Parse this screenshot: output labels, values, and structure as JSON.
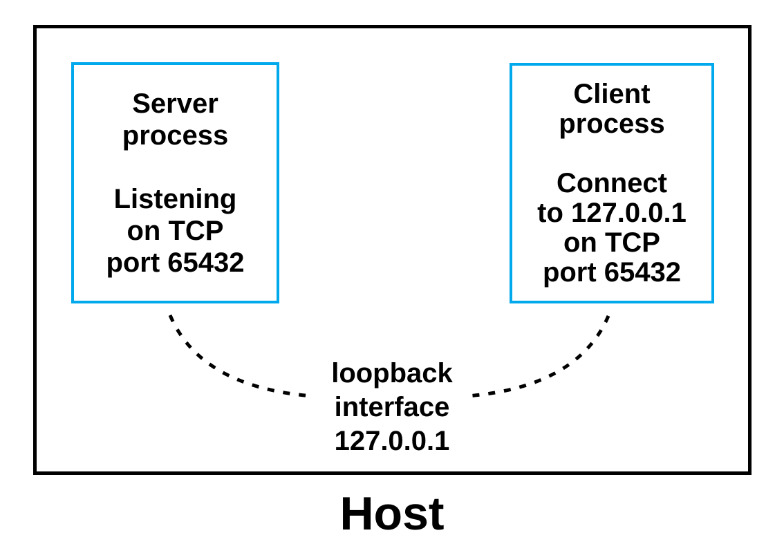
{
  "host": {
    "label": "Host"
  },
  "server": {
    "title": "Server\nprocess",
    "detail": "Listening\non TCP\nport 65432"
  },
  "client": {
    "title": "Client\nprocess",
    "detail": "Connect\nto 127.0.0.1\non TCP\nport 65432"
  },
  "loopback": {
    "label": "loopback\ninterface\n127.0.0.1"
  },
  "colors": {
    "background": "#ffffff",
    "text": "#000000",
    "host_border": "#000000",
    "process_box_border": "#00a8ec",
    "dashed_link": "#000000"
  }
}
